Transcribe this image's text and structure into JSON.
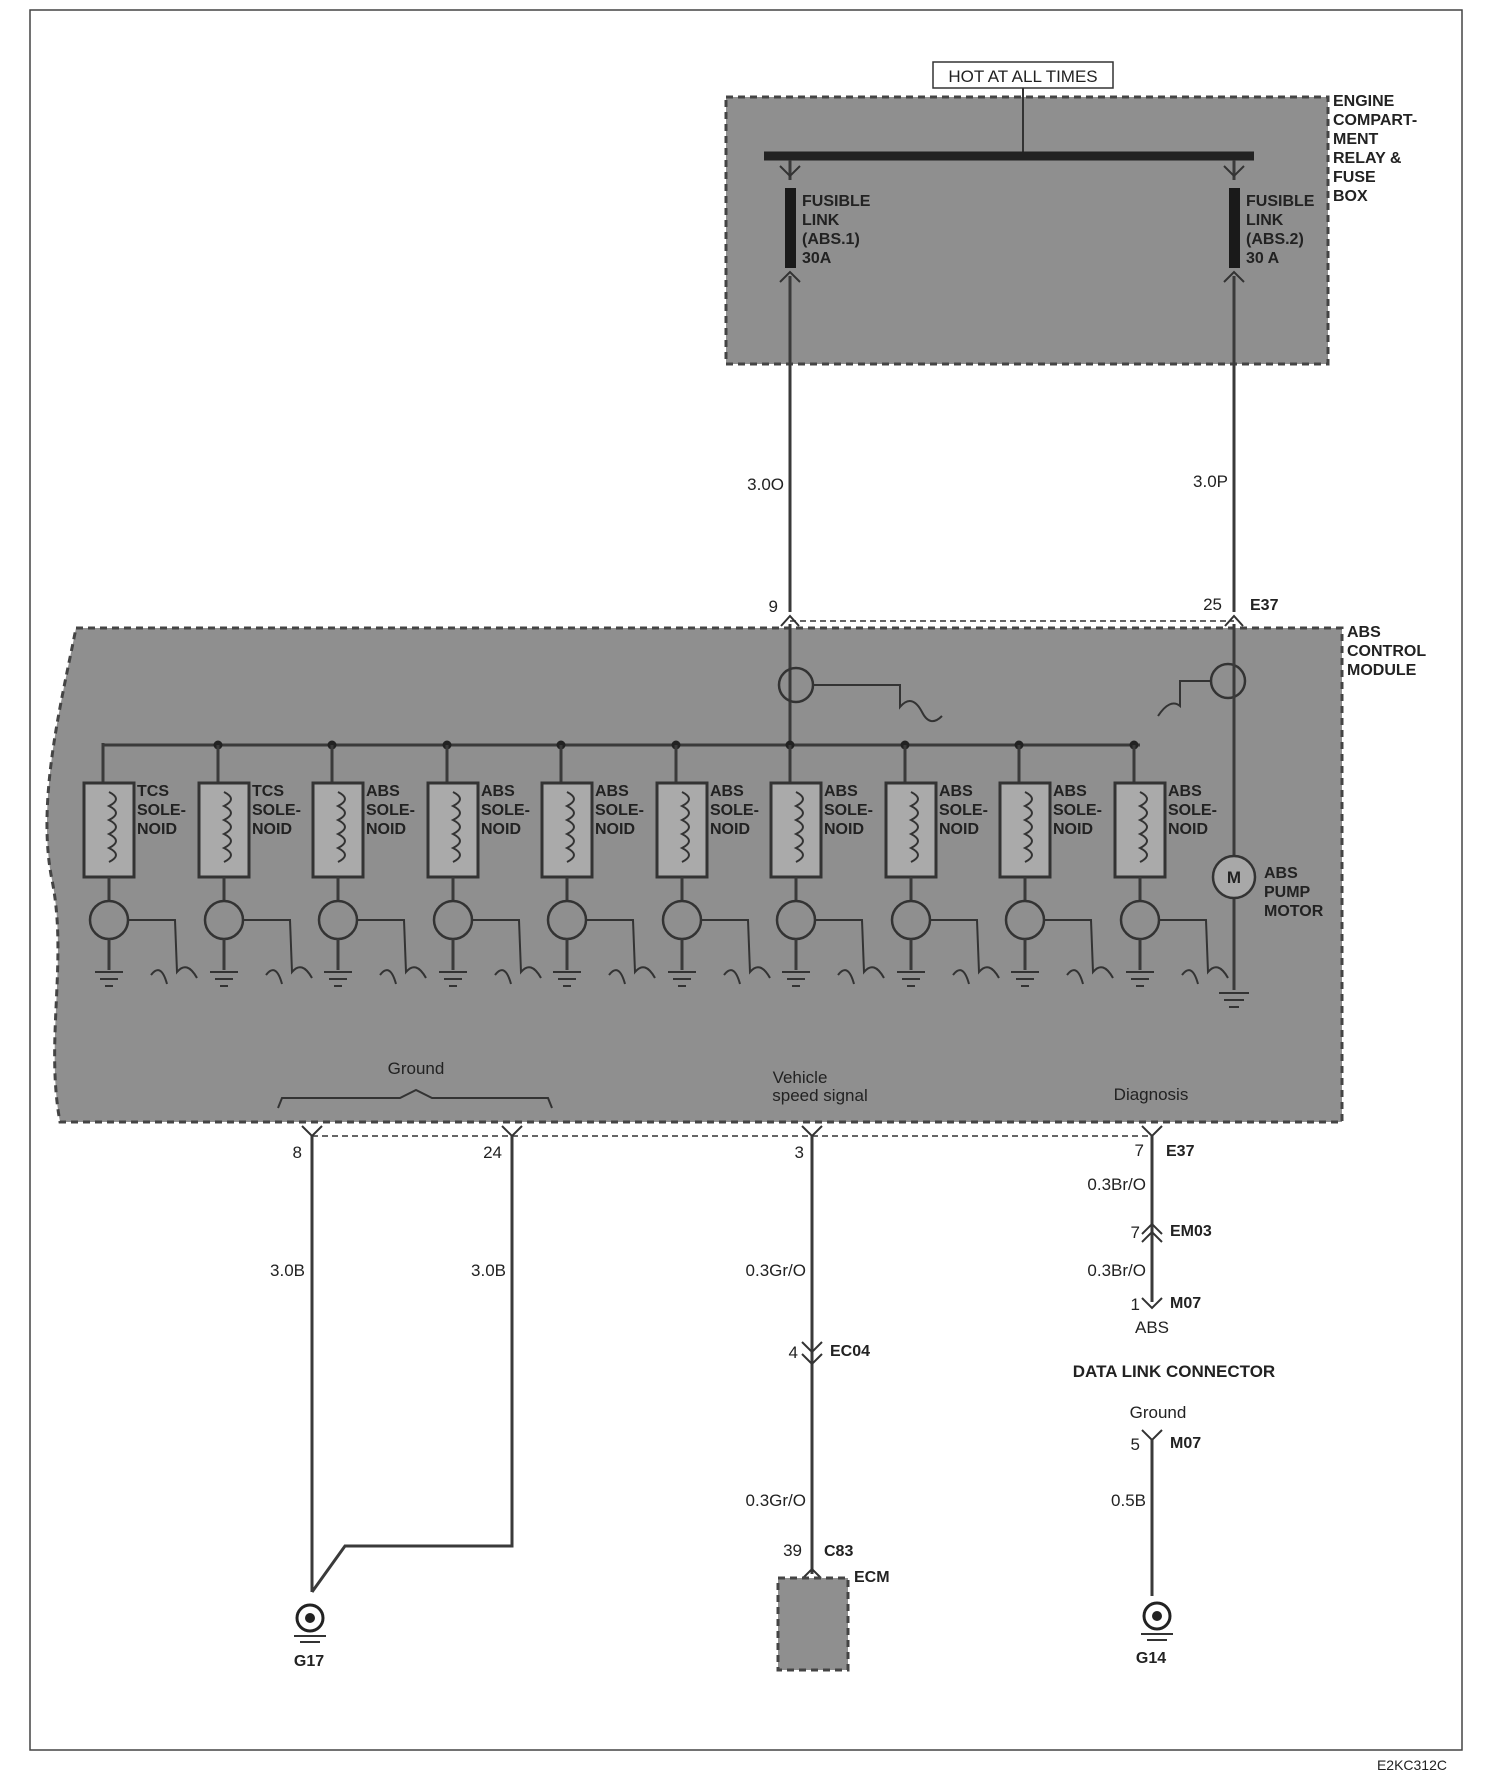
{
  "hot_at_all_times": "HOT AT ALL TIMES",
  "fuse_box": {
    "label": [
      "ENGINE",
      "COMPART-",
      "MENT",
      "RELAY &",
      "FUSE",
      "BOX"
    ],
    "fuse1": [
      "FUSIBLE",
      "LINK",
      "(ABS.1)",
      "30A"
    ],
    "fuse2": [
      "FUSIBLE",
      "LINK",
      "(ABS.2)",
      "30 A"
    ]
  },
  "wires": {
    "w9": "3.0O",
    "w25": "3.0P",
    "w8": "3.0B",
    "w24": "3.0B",
    "w3a": "0.3Gr/O",
    "w3b": "0.3Gr/O",
    "w7a": "0.3Br/O",
    "w7b": "0.3Br/O",
    "w5": "0.5B"
  },
  "abs_module": {
    "label": [
      "ABS",
      "CONTROL",
      "MODULE"
    ],
    "pin_top_left": "9",
    "pin_top_right": "25",
    "connector_top": "E37",
    "solenoids": [
      [
        "TCS",
        "SOLE-",
        "NOID"
      ],
      [
        "TCS",
        "SOLE-",
        "NOID"
      ],
      [
        "ABS",
        "SOLE-",
        "NOID"
      ],
      [
        "ABS",
        "SOLE-",
        "NOID"
      ],
      [
        "ABS",
        "SOLE-",
        "NOID"
      ],
      [
        "ABS",
        "SOLE-",
        "NOID"
      ],
      [
        "ABS",
        "SOLE-",
        "NOID"
      ],
      [
        "ABS",
        "SOLE-",
        "NOID"
      ],
      [
        "ABS",
        "SOLE-",
        "NOID"
      ],
      [
        "ABS",
        "SOLE-",
        "NOID"
      ]
    ],
    "pump_motor": [
      "ABS",
      "PUMP",
      "MOTOR"
    ],
    "motor_symbol": "M",
    "ground_label": "Ground",
    "vss_label": [
      "Vehicle",
      "speed signal"
    ],
    "diag_label": "Diagnosis",
    "pin_8": "8",
    "pin_24": "24",
    "pin_3": "3",
    "pin_7": "7",
    "connector_bottom": "E37"
  },
  "ec04": {
    "pin": "4",
    "name": "EC04"
  },
  "c83": {
    "pin": "39",
    "name": "C83"
  },
  "ecm": "ECM",
  "em03": {
    "pin": "7",
    "name": "EM03"
  },
  "m07a": {
    "pin": "1",
    "name": "M07",
    "sub": "ABS"
  },
  "dlc": "DATA LINK CONNECTOR",
  "m07b": {
    "pin": "5",
    "name": "M07",
    "sub": "Ground"
  },
  "g17": "G17",
  "g14": "G14",
  "figure_code": "E2KC312C"
}
